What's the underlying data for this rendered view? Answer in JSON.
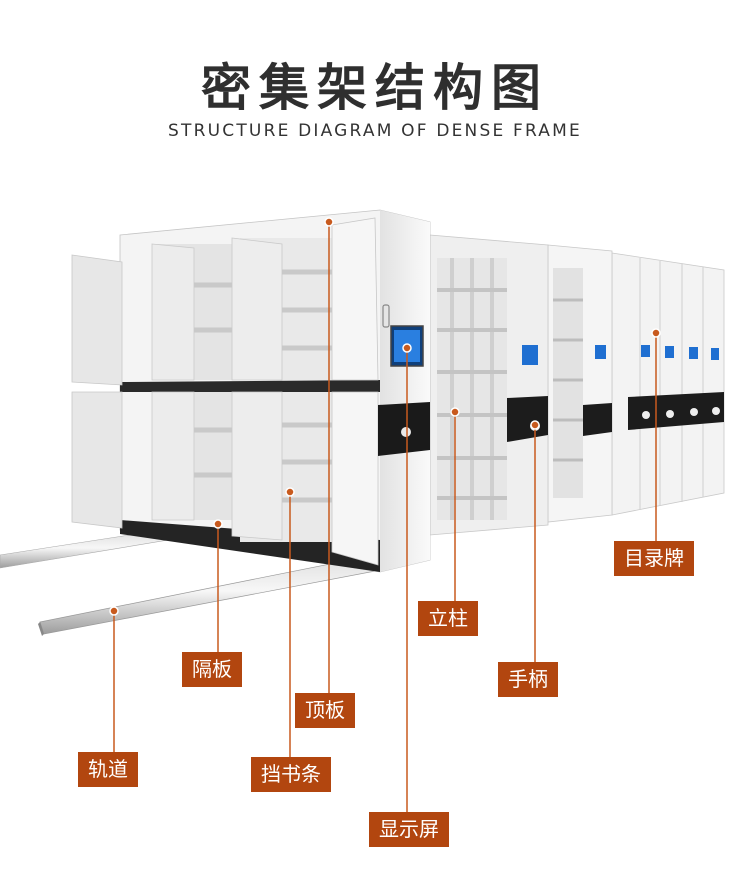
{
  "title": "密集架结构图",
  "subtitle": "STRUCTURE DIAGRAM OF DENSE FRAME",
  "colors": {
    "label_bg": "#b2460f",
    "label_text": "#ffffff",
    "marker": "#c85a1e",
    "cabinet_white": "#f1f1f1",
    "cabinet_dark": "#1c1c1c",
    "screen_blue": "#1f6fd1"
  },
  "labels": {
    "rail": "轨道",
    "partition": "隔板",
    "top_board": "顶板",
    "book_stopper": "挡书条",
    "display_screen": "显示屏",
    "column": "立柱",
    "handle": "手柄",
    "catalog_plate": "目录牌"
  }
}
